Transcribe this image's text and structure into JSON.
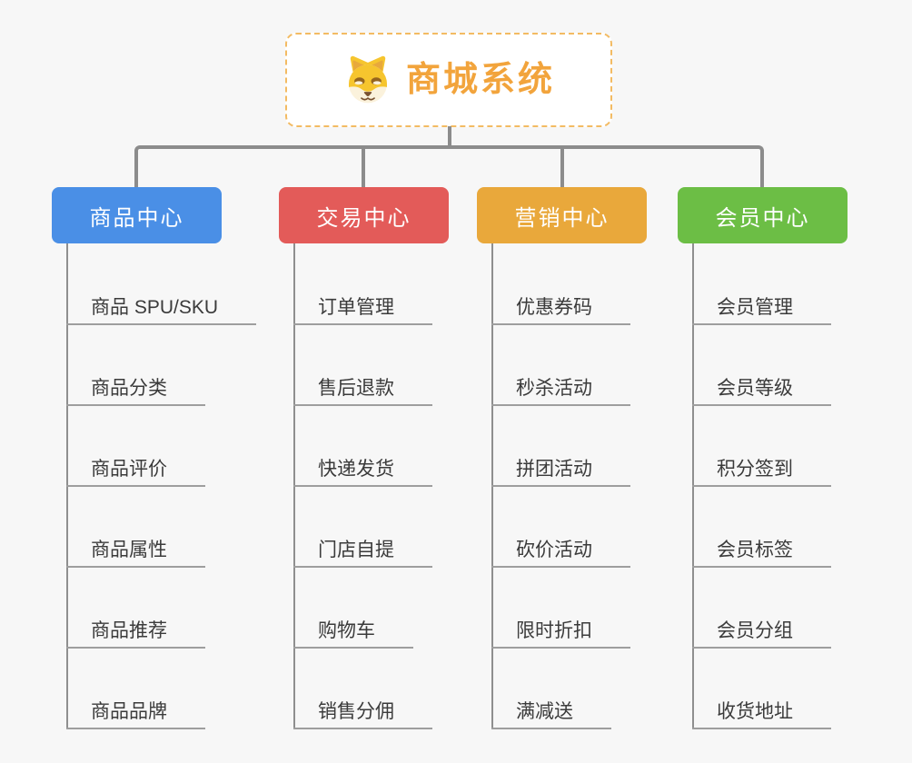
{
  "page": {
    "background": "#f7f7f7"
  },
  "colors": {
    "connector": "#8c8c8c",
    "root_accent": "#f2a43c",
    "root_border": "#f3bb63",
    "item_text": "#3b3b3b",
    "item_line": "#9e9e9e"
  },
  "root": {
    "title": "商城系统",
    "icon": "dog-face-icon"
  },
  "branches": [
    {
      "label": "商品中心",
      "color": "#4a8fe6",
      "items": [
        "商品 SPU/SKU",
        "商品分类",
        "商品评价",
        "商品属性",
        "商品推荐",
        "商品品牌"
      ]
    },
    {
      "label": "交易中心",
      "color": "#e35b59",
      "items": [
        "订单管理",
        "售后退款",
        "快递发货",
        "门店自提",
        "购物车",
        "销售分佣"
      ]
    },
    {
      "label": "营销中心",
      "color": "#e9a83b",
      "items": [
        "优惠券码",
        "秒杀活动",
        "拼团活动",
        "砍价活动",
        "限时折扣",
        "满减送"
      ]
    },
    {
      "label": "会员中心",
      "color": "#6cbe45",
      "items": [
        "会员管理",
        "会员等级",
        "积分签到",
        "会员标签",
        "会员分组",
        "收货地址"
      ]
    }
  ]
}
